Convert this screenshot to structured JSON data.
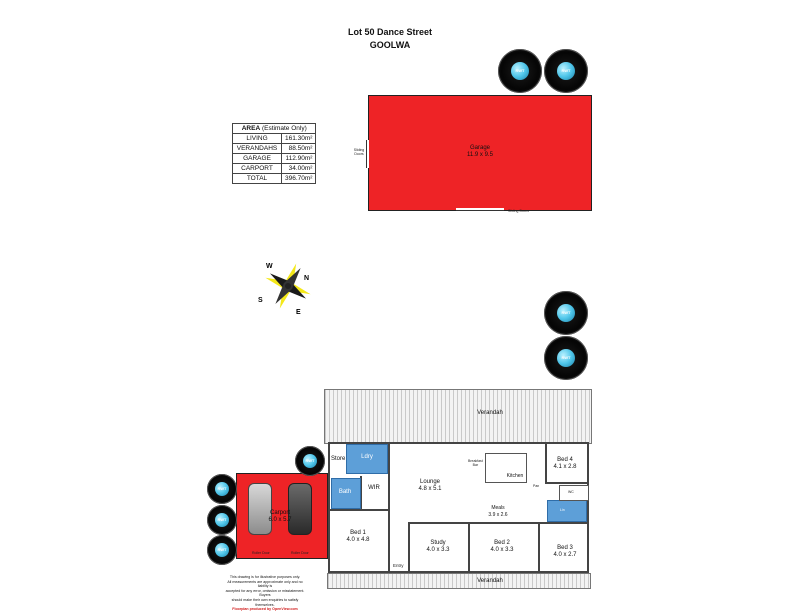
{
  "header": {
    "line1": "Lot 50 Dance Street",
    "line2": "GOOLWA"
  },
  "area_table": {
    "heading_bold": "AREA",
    "heading_note": "(Estimate Only)",
    "rows": [
      {
        "label": "LIVING",
        "value": "161.30m²"
      },
      {
        "label": "VERANDAHS",
        "value": "88.50m²"
      },
      {
        "label": "GARAGE",
        "value": "112.90m²"
      },
      {
        "label": "CARPORT",
        "value": "34.00m²"
      },
      {
        "label": "TOTAL",
        "value": "396.70m²"
      }
    ]
  },
  "garage": {
    "name": "Garage",
    "size": "11.9 x 9.5",
    "left_door_line1": "Sliding",
    "left_door_line2": "Doors",
    "bottom_door": "Sliding Doors",
    "color": "#ee2326"
  },
  "tank_label": "RWT",
  "compass": {
    "n": "N",
    "e": "E",
    "s": "S",
    "w": "W"
  },
  "verandah_top": "Verandah",
  "verandah_bottom": "Verandah",
  "rooms": {
    "store": "Store",
    "ldry": "Ldry",
    "bath": "Bath",
    "wir": "WIR",
    "lounge_name": "Lounge",
    "lounge_size": "4.8 x 5.1",
    "breakfast_bar_l1": "Breakfast",
    "breakfast_bar_l2": "Bar",
    "kitchen": "Kitchen",
    "pan": "Pan",
    "wc": "WC",
    "linen": "Lin",
    "meals_name": "Meals",
    "meals_size": "3.9 x 2.6",
    "bed4_name": "Bed 4",
    "bed4_size": "4.1 x 2.8",
    "bed1_name": "Bed 1",
    "bed1_size": "4.0 x 4.8",
    "study_name": "Study",
    "study_size": "4.0 x 3.3",
    "bed2_name": "Bed 2",
    "bed2_size": "4.0 x 3.3",
    "bed3_name": "Bed 3",
    "bed3_size": "4.0 x 2.7",
    "entry": "Entry",
    "carport_name": "Carport",
    "carport_size": "6.0 x 5.7",
    "roller_door_1": "Roller Door",
    "roller_door_2": "Roller Door"
  },
  "footer": {
    "line1": "This drawing is for illustrative purposes only.",
    "line2": "All measurements are approximate only and no liability is",
    "line3": "accepted for any error, omission or misstatement. Buyers",
    "line4": "should make their own enquiries to satisfy themselves.",
    "line5": "Floorplan produced by OpenView.com"
  },
  "colors": {
    "carport_red": "#ee2326",
    "wet_area_blue": "#5d9fd8"
  }
}
